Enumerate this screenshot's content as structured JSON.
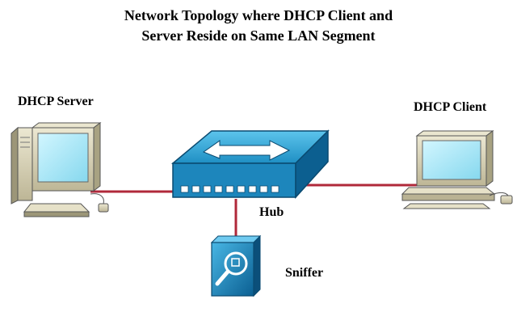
{
  "title": {
    "line1": "Network Topology where DHCP Client and",
    "line2": "Server Reside on Same LAN Segment"
  },
  "nodes": {
    "server": {
      "label": "DHCP Server",
      "icon": "desktop-computer-icon"
    },
    "client": {
      "label": "DHCP Client",
      "icon": "desktop-computer-icon"
    },
    "hub": {
      "label": "Hub",
      "icon": "hub-icon"
    },
    "sniffer": {
      "label": "Sniffer",
      "icon": "sniffer-icon"
    }
  },
  "colors": {
    "link": "#b0283a",
    "hub_blue": "#1f8fc4",
    "hub_dark": "#0a5a8a",
    "computer_beige": "#d8d2b4",
    "screen_cyan": "#a8e6f4"
  }
}
